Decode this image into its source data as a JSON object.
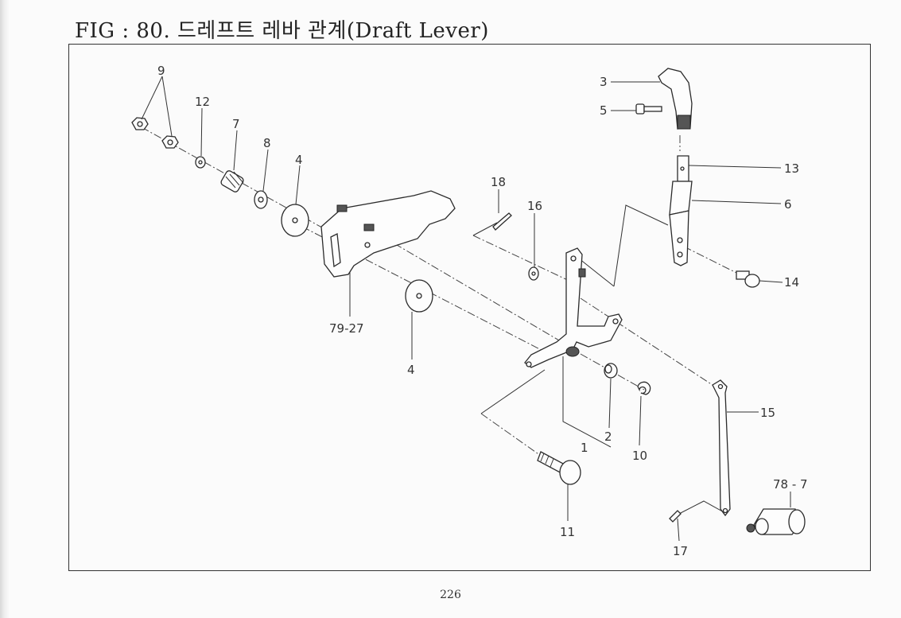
{
  "figure": {
    "title": "FIG : 80. 드레프트 레바 관계(Draft Lever)",
    "page_number": "226"
  },
  "labels": {
    "l1": "1",
    "l2": "2",
    "l3": "3",
    "l4a": "4",
    "l4b": "4",
    "l5": "5",
    "l6": "6",
    "l7": "7",
    "l8": "8",
    "l9": "9",
    "l10": "10",
    "l11": "11",
    "l12": "12",
    "l13": "13",
    "l14": "14",
    "l15": "15",
    "l16": "16",
    "l17": "17",
    "l18": "18",
    "l7827": "78 - 7",
    "l7927": "79-27"
  }
}
